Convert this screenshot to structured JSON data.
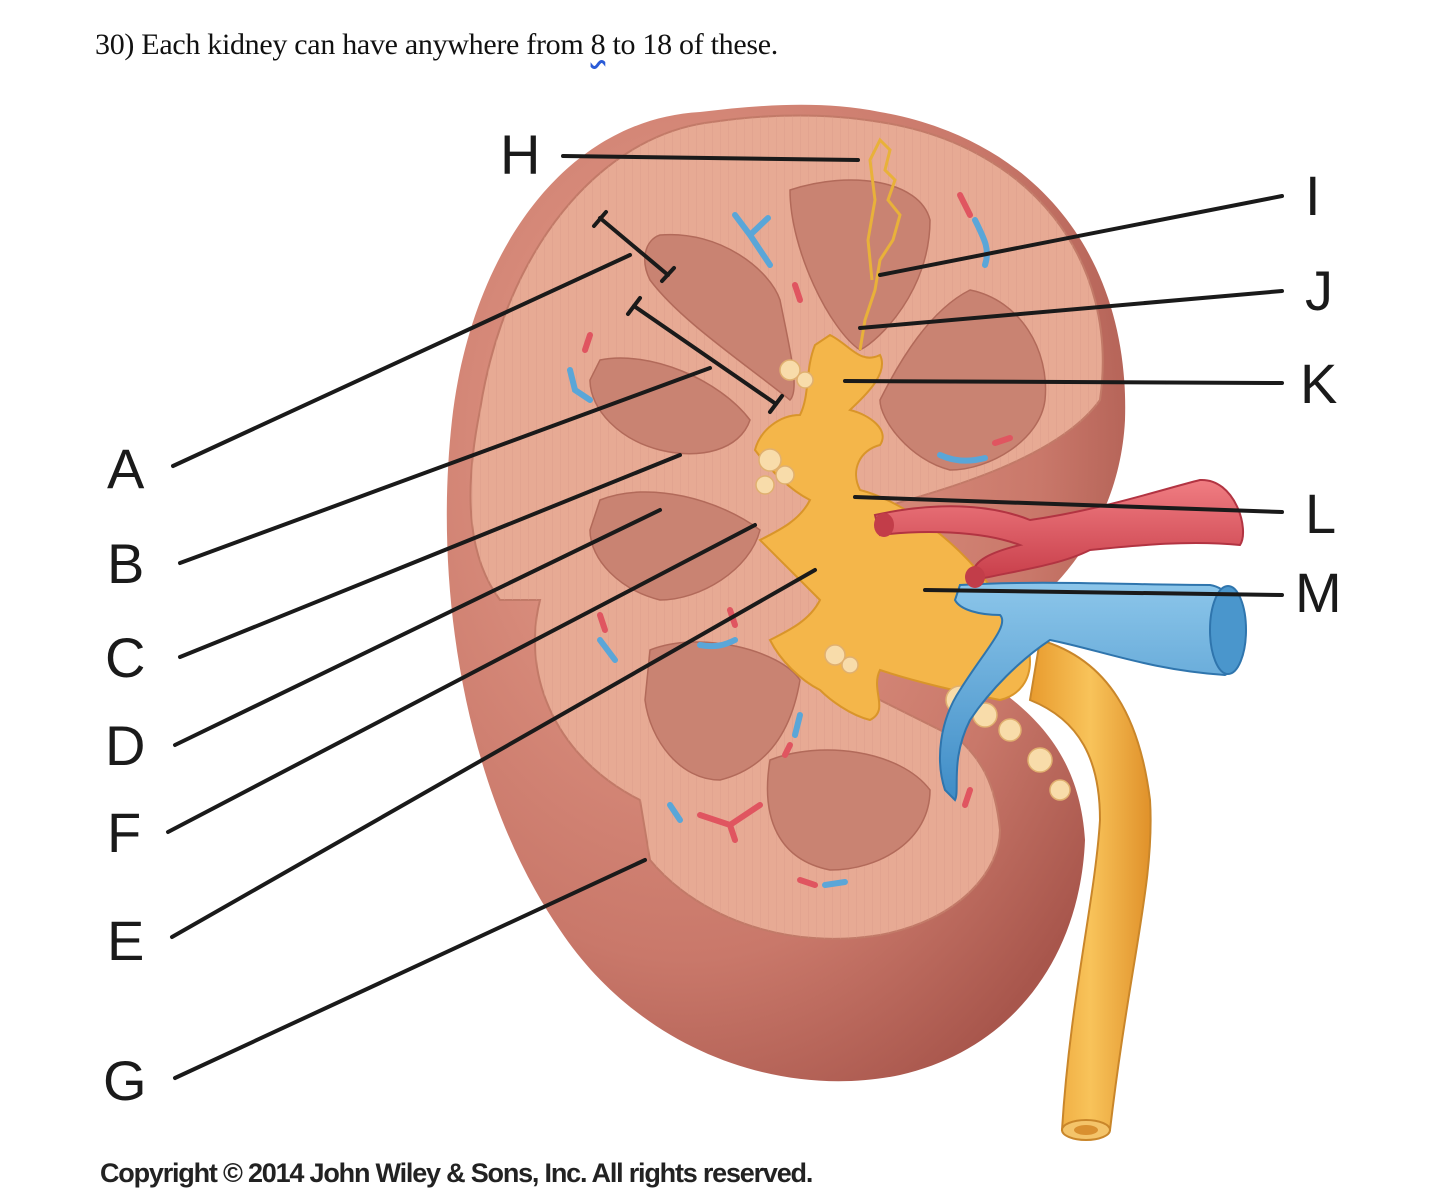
{
  "question": {
    "prefix": "30) Each kidney can have anywhere from ",
    "flagged_word": "8",
    "suffix": " to 18 of these."
  },
  "labels": [
    "A",
    "B",
    "C",
    "D",
    "F",
    "E",
    "G",
    "H",
    "I",
    "J",
    "K",
    "L",
    "M"
  ],
  "copyright": "Copyright © 2014 John Wiley & Sons, Inc. All rights reserved.",
  "colors": {
    "capsule": "#c9786a",
    "cortex": "#e7aa94",
    "medulla": "#c98372",
    "pelvis": "#f4b64a",
    "artery": "#e05560",
    "vein": "#5aa6d8",
    "leader": "#1a1a1a"
  }
}
